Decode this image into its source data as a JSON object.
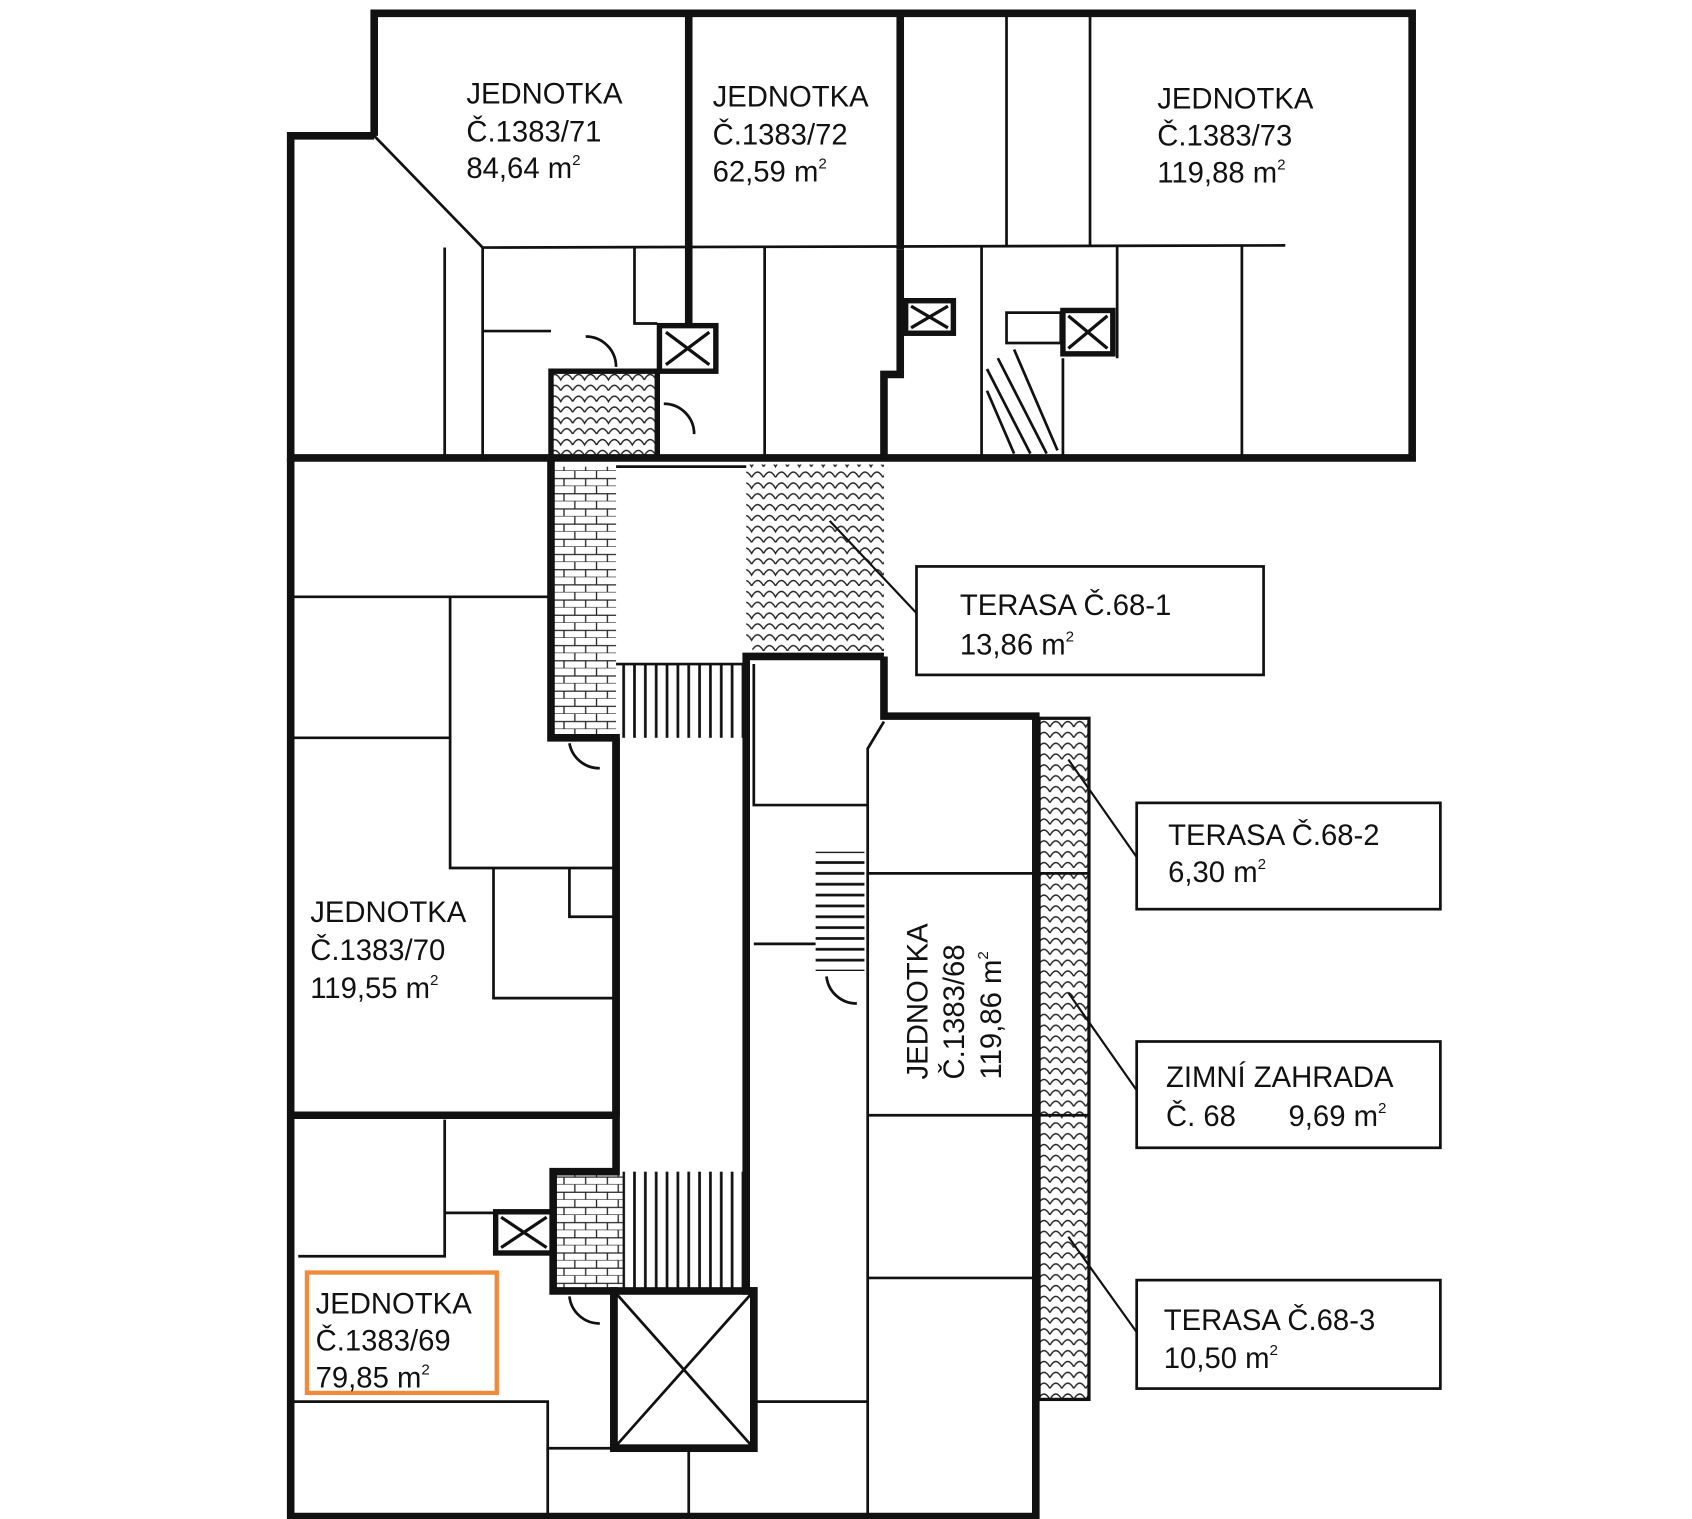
{
  "title": "Floor plan – units and terraces",
  "units": [
    {
      "id": "71",
      "name": "JEDNOTKA",
      "number": "Č.1383/71",
      "area": "84,64 m",
      "sup": "2"
    },
    {
      "id": "72",
      "name": "JEDNOTKA",
      "number": "Č.1383/72",
      "area": "62,59 m",
      "sup": "2"
    },
    {
      "id": "73",
      "name": "JEDNOTKA",
      "number": "Č.1383/73",
      "area": "119,88 m",
      "sup": "2"
    },
    {
      "id": "70",
      "name": "JEDNOTKA",
      "number": "Č.1383/70",
      "area": "119,55 m",
      "sup": "2"
    },
    {
      "id": "68",
      "name": "JEDNOTKA",
      "number": "Č.1383/68",
      "area": "119,86 m",
      "sup": "2"
    },
    {
      "id": "69",
      "name": "JEDNOTKA",
      "number": "Č.1383/69",
      "area": "79,85 m",
      "sup": "2",
      "highlighted": true
    }
  ],
  "callouts": [
    {
      "name": "TERASA Č.68-1",
      "area": "13,86 m",
      "sup": "2"
    },
    {
      "name": "TERASA Č.68-2",
      "area": "6,30 m",
      "sup": "2"
    },
    {
      "name": "ZIMNÍ ZAHRADA",
      "number": "Č. 68",
      "area": "9,69 m",
      "sup": "2"
    },
    {
      "name": "TERASA Č.68-3",
      "area": "10,50 m",
      "sup": "2"
    }
  ],
  "colors": {
    "highlight": "#f08a3c",
    "wall": "#111111"
  }
}
